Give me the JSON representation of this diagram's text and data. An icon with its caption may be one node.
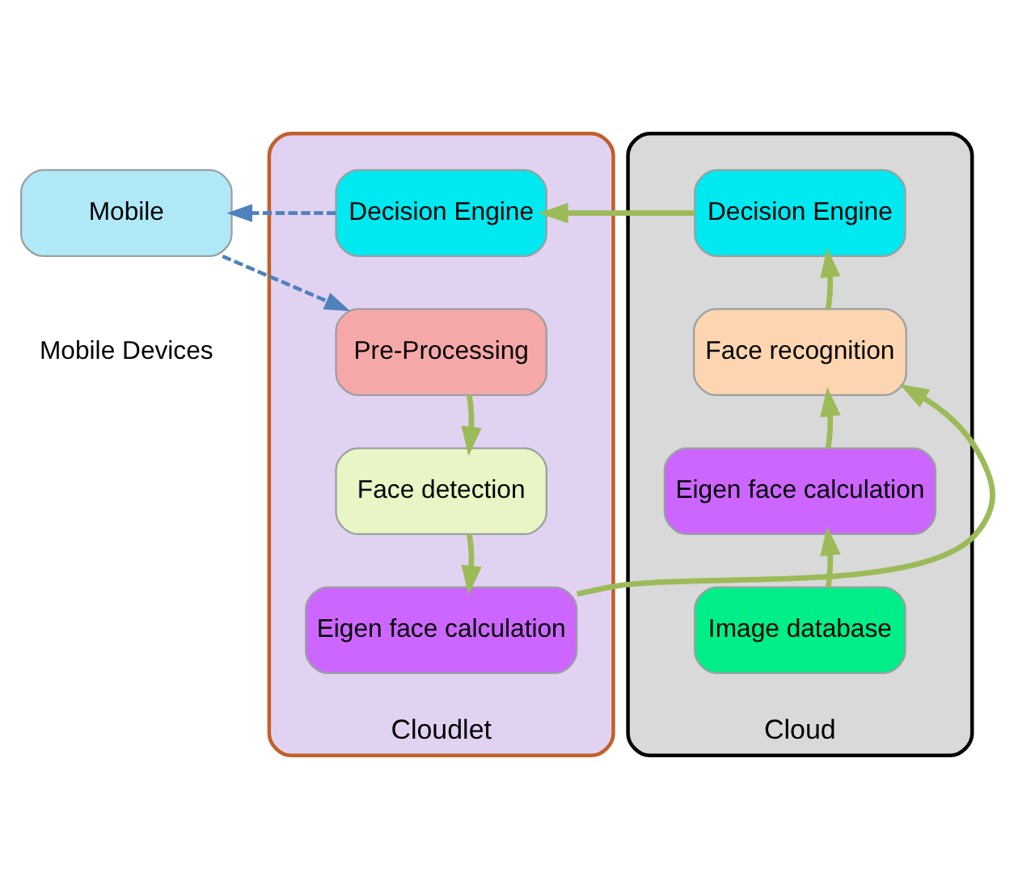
{
  "diagram": {
    "nodes": [
      {
        "text": [
          "Cloudlet"
        ]
      },
      {
        "text": [
          "Decision Engine"
        ],
        "in": 0
      },
      {
        "text": [
          "Pre-Processing"
        ],
        "in": 0
      },
      {
        "text": [
          "Face detection"
        ],
        "in": 0
      },
      {
        "text": [
          "Eigen face calculation"
        ],
        "in": 0
      },
      {
        "text": [
          "Cloud"
        ]
      },
      {
        "text": [
          "Decision Engine"
        ],
        "in": 5
      },
      {
        "text": [
          "Face recognition"
        ],
        "in": 5
      },
      {
        "text": [
          "Eigen face calculation"
        ],
        "in": 5
      },
      {
        "text": [
          "Image database"
        ],
        "in": 5
      },
      {
        "text": [
          "Mobile"
        ],
        "beside": [
          "Mobile Devices"
        ]
      }
    ],
    "edges": [
      {
        "from": 1,
        "to": 10,
        "arrow": "to",
        "style": "dashed",
        "color": "#4f81bd"
      },
      {
        "from": 10,
        "to": 2,
        "arrow": "to",
        "style": "dashed",
        "color": "#4f81bd"
      },
      {
        "from": 2,
        "to": 3,
        "arrow": "to"
      },
      {
        "from": 3,
        "to": 4,
        "arrow": "to"
      },
      {
        "from": 4,
        "to": 7,
        "arrow": "to"
      },
      {
        "from": 9,
        "to": 8,
        "arrow": "to"
      },
      {
        "from": 8,
        "to": 7,
        "arrow": "to"
      },
      {
        "from": 7,
        "to": 6,
        "arrow": "to"
      },
      {
        "from": 6,
        "to": 1,
        "arrow": "to"
      }
    ]
  }
}
